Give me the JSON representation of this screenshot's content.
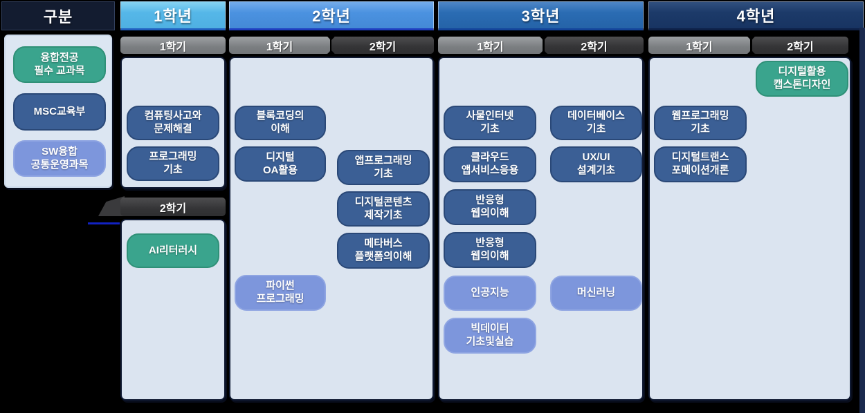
{
  "palette": {
    "background": "#000000",
    "panel_bg": "#DBE4F0",
    "category_required_teal": "#3AA48D",
    "category_msc_darkblue": "#3B5F95",
    "category_common_periwinkle": "#7D96DC",
    "year1_header": "#55B7E8",
    "year2_header": "#4B92E0",
    "year3_header": "#2A6CB3",
    "year4_header": "#1C3A69",
    "semester1_tab": "#84878A",
    "semester2_tab": "#3A3A3C"
  },
  "legend": {
    "header": "구분",
    "items": [
      {
        "label": "융합전공\n필수 교과목",
        "category": "required"
      },
      {
        "label": "MSC교육부",
        "category": "msc"
      },
      {
        "label": "SW융합\n공통운영과목",
        "category": "common"
      }
    ]
  },
  "years": [
    {
      "label": "1학년",
      "semesters": [
        {
          "label": "1학기",
          "courses": [
            {
              "label": "컴퓨팅사고와\n문제해결",
              "category": "msc"
            },
            {
              "label": "프로그래밍\n기초",
              "category": "msc"
            }
          ]
        },
        {
          "label": "2학기",
          "courses": [
            {
              "label": "AI리터러시",
              "category": "required"
            }
          ]
        }
      ]
    },
    {
      "label": "2학년",
      "semesters": [
        {
          "label": "1학기",
          "courses": [
            {
              "label": "블록코딩의\n이해",
              "category": "msc"
            },
            {
              "label": "디지털\nOA활용",
              "category": "msc"
            },
            {
              "label": "파이썬\n프로그래밍",
              "category": "common"
            }
          ]
        },
        {
          "label": "2학기",
          "courses": [
            {
              "label": "앱프로그래밍\n기초",
              "category": "msc"
            },
            {
              "label": "디지털콘텐츠\n제작기초",
              "category": "msc"
            },
            {
              "label": "메타버스\n플랫폼의이해",
              "category": "msc"
            }
          ]
        }
      ]
    },
    {
      "label": "3학년",
      "semesters": [
        {
          "label": "1학기",
          "courses": [
            {
              "label": "사물인터넷\n기초",
              "category": "msc"
            },
            {
              "label": "클라우드\n앱서비스응용",
              "category": "msc"
            },
            {
              "label": "반응형\n웹의이해",
              "category": "msc"
            },
            {
              "label": "반응형\n웹의이해",
              "category": "msc"
            },
            {
              "label": "인공지능",
              "category": "common"
            },
            {
              "label": "빅데이터\n기초및실습",
              "category": "common"
            }
          ]
        },
        {
          "label": "2학기",
          "courses": [
            {
              "label": "데이터베이스\n기초",
              "category": "msc"
            },
            {
              "label": "UX/UI\n설계기초",
              "category": "msc"
            },
            {
              "label": "머신러닝",
              "category": "common"
            }
          ]
        }
      ]
    },
    {
      "label": "4학년",
      "semesters": [
        {
          "label": "1학기",
          "courses": [
            {
              "label": "웹프로그래밍\n기초",
              "category": "msc"
            },
            {
              "label": "디지털트랜스\n포메이션개론",
              "category": "msc"
            }
          ]
        },
        {
          "label": "2학기",
          "courses": [
            {
              "label": "디지털활용\n캡스톤디자인",
              "category": "required"
            }
          ]
        }
      ]
    }
  ]
}
